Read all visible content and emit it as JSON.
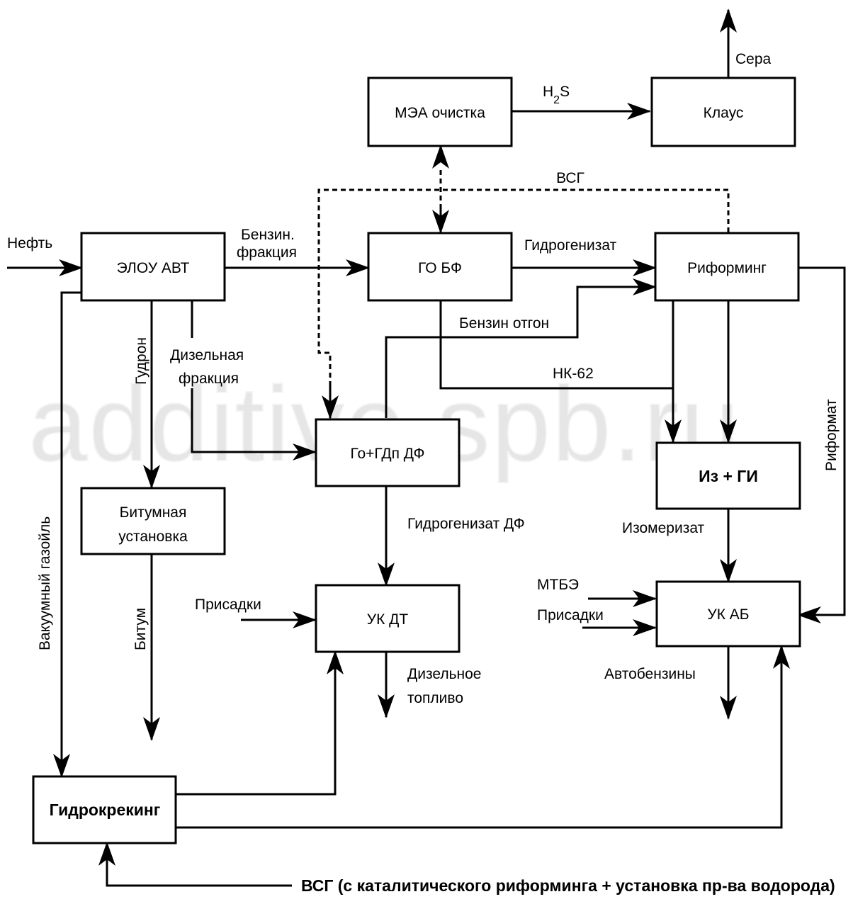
{
  "watermark": "additive.spb.ru",
  "nodes": {
    "mea": "МЭА очистка",
    "claus": "Клаус",
    "elou": "ЭЛОУ АВТ",
    "gobf": "ГО БФ",
    "reforming": "Риформинг",
    "godf": "Го+ГДп ДФ",
    "iz": "Из + ГИ",
    "bitum_unit_1": "Битумная",
    "bitum_unit_2": "установка",
    "ukdt": "УК ДТ",
    "ukab": "УК АБ",
    "hydrocracking": "Гидрокрекинг"
  },
  "labels": {
    "sera": "Сера",
    "h2s_main": "H",
    "h2s_sub": "2",
    "h2s_end": "S",
    "vsg": "ВСГ",
    "neft": "Нефть",
    "benzin_1": "Бензин.",
    "benzin_2": "фракция",
    "gidrogenizat": "Гидрогенизат",
    "benzin_otgon": "Бензин отгон",
    "nk62": "НК-62",
    "gudron": "Гудрон",
    "diesel_1": "Дизельная",
    "diesel_2": "фракция",
    "riformat": "Риформат",
    "vac_gasoil": "Вакуумный газойль",
    "gidrogenizat_df": "Гидрогенизат ДФ",
    "izomerizat": "Изомеризат",
    "bitum": "Битум",
    "prisadki_left": "Присадки",
    "mtbe": "МТБЭ",
    "prisadki_right": "Присадки",
    "dt_1": "Дизельное",
    "dt_2": "топливо",
    "avtobenziny": "Автобензины",
    "vsg_bottom": "ВСГ (с каталитического риформинга + установка пр-ва водорода)"
  }
}
